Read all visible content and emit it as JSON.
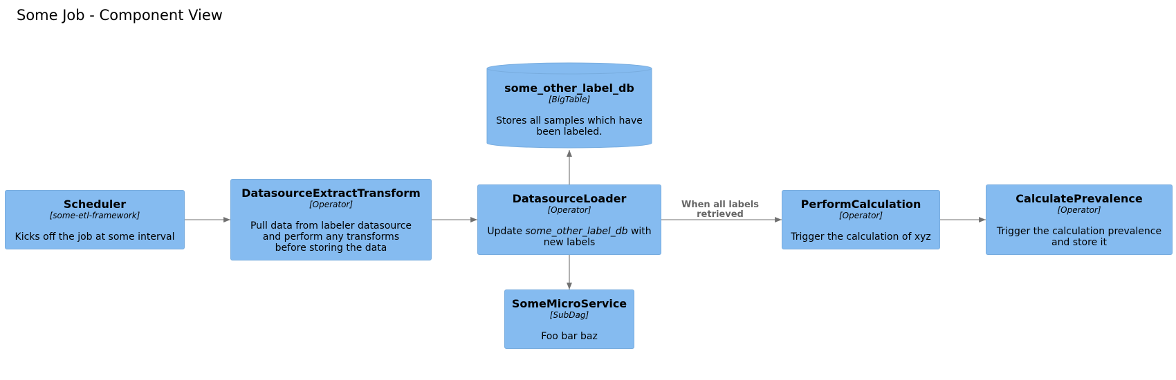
{
  "title": "Some Job - Component View",
  "nodes": {
    "scheduler": {
      "name": "Scheduler",
      "tech": "[some-etl-framework]",
      "desc": "Kicks off the job at some interval"
    },
    "extract": {
      "name": "DatasourceExtractTransform",
      "tech": "[Operator]",
      "desc": "Pull data from labeler datasource and perform any transforms before storing the data"
    },
    "loader": {
      "name": "DatasourceLoader",
      "tech": "[Operator]",
      "desc_pre": "Update ",
      "desc_em": "some_other_label_db",
      "desc_post": " with new labels"
    },
    "db": {
      "name": "some_other_label_db",
      "tech": "[BigTable]",
      "desc": "Stores all samples which have been labeled."
    },
    "micro": {
      "name": "SomeMicroService",
      "tech": "[SubDag]",
      "desc": "Foo bar baz"
    },
    "calc": {
      "name": "PerformCalculation",
      "tech": "[Operator]",
      "desc": "Trigger the calculation of xyz"
    },
    "prev": {
      "name": "CalculatePrevalence",
      "tech": "[Operator]",
      "desc": "Trigger the calculation prevalence and store it"
    }
  },
  "edges": {
    "loader_to_calc_label": "When all labels retrieved"
  },
  "colors": {
    "node_fill": "#85bbf0",
    "node_border": "#78acde",
    "edge": "#707070",
    "label": "#666666"
  }
}
